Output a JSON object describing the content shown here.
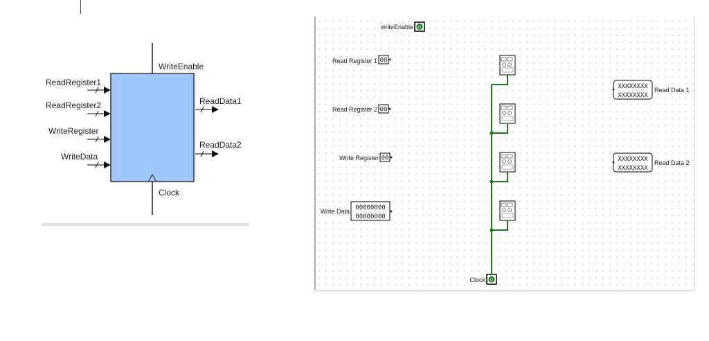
{
  "block_diagram": {
    "inputs": [
      "ReadRegister1",
      "ReadRegister2",
      "WriteRegister",
      "WriteData"
    ],
    "outputs": [
      "ReadData1",
      "ReadData2"
    ],
    "write_enable": "WriteEnable",
    "clock": "Clock",
    "block_color": "#9fc7ff"
  },
  "circuit": {
    "write_enable": {
      "label": "writeEnable",
      "value": "0"
    },
    "read_register_1": {
      "label": "Read Register 1",
      "value": "00"
    },
    "read_register_2": {
      "label": "Read Register 2",
      "value": "00"
    },
    "write_register": {
      "label": "Write Register",
      "value": "00"
    },
    "write_data": {
      "label": "Write Data",
      "value_hi": "00000000",
      "value_lo": "00000000"
    },
    "read_data_1": {
      "label": "Read Data 1",
      "value_hi": "XXXXXXXX",
      "value_lo": "XXXXXXXX"
    },
    "read_data_2": {
      "label": "Read Data 2",
      "value_hi": "XXXXXXXX",
      "value_lo": "XXXXXXXX"
    },
    "clock": {
      "label": "Clock",
      "value": "0"
    },
    "wire_color": "#1a7a1a",
    "register_count": 4
  }
}
